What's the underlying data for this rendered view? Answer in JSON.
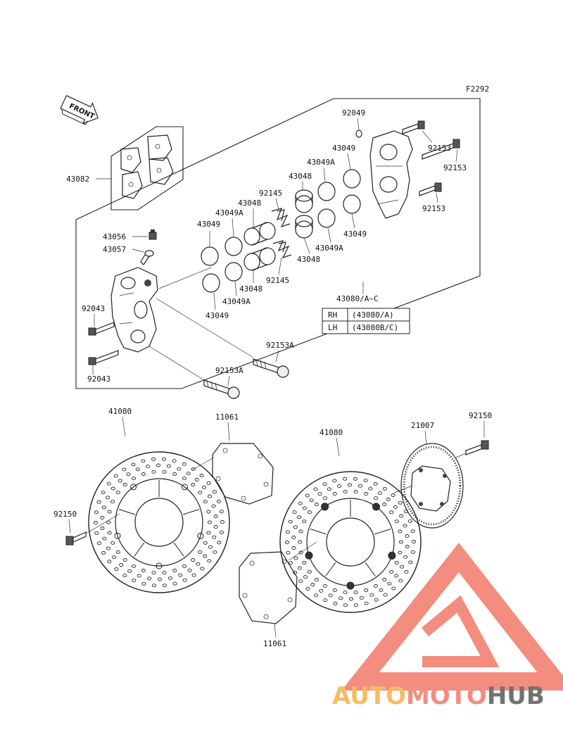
{
  "figure_code": "F2292",
  "front_marker": "FRONT",
  "labels": {
    "pads": "43082",
    "bleeder": "43056",
    "bleeder_cap": "43057",
    "caliper_bolt_top": "92043",
    "caliper_bolt_bottom": "92043",
    "seal_top_left_a": "43049",
    "seal_top_left_b": "43049A",
    "piston_top_left": "43048",
    "spring_top_left": "92145",
    "seal_bottom_left_a": "43049",
    "seal_bottom_left_b": "43049A",
    "piston_bottom_left": "43048",
    "spring_bottom_left": "92145",
    "seal_top_right_a": "43049",
    "seal_top_right_b": "43049A",
    "piston_top_right": "43048",
    "seal_mid_right": "43049A",
    "piston_mid_right": "43048",
    "seal_low_right": "43049",
    "washer_top": "92049",
    "bolt_right_1": "92153",
    "bolt_right_2": "92153",
    "bolt_right_3": "92153",
    "mount_bolt_upper": "92153A",
    "mount_bolt_lower": "92153A",
    "caliper_assy": "43080/A~C",
    "disc_left": "41080",
    "disc_right": "41080",
    "shim_left": "11061",
    "shim_right": "11061",
    "disc_bolt_left": "92150",
    "disc_bolt_right": "92150",
    "abs_ring": "21007"
  },
  "variant_table": [
    {
      "side": "RH",
      "code": "(43080/A)"
    },
    {
      "side": "LH",
      "code": "(43080B/C)"
    }
  ],
  "watermark": {
    "part1": "AUTO",
    "part2": "MOTO",
    "part3": "HUB",
    "color1": "#f5b14a",
    "color2": "#f07a6a",
    "color3": "#5a5a5a"
  }
}
